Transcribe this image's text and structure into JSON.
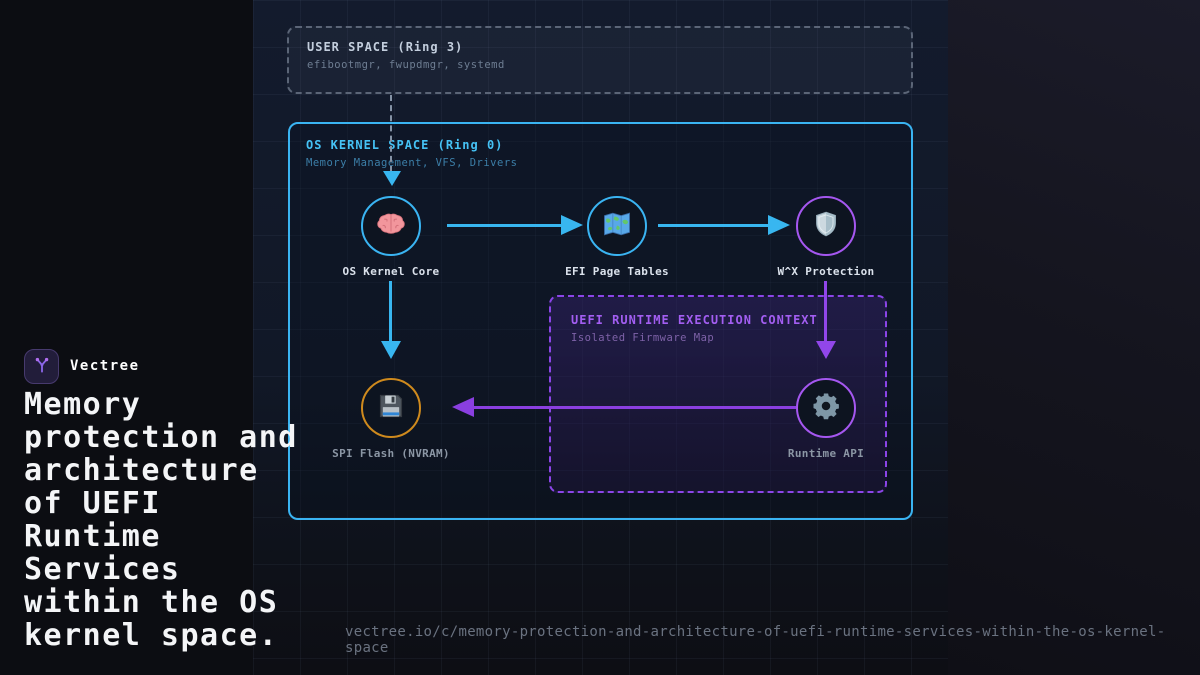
{
  "brand": {
    "name": "Vectree"
  },
  "headline": "Memory\nprotection and\narchitecture\nof UEFI\nRuntime\nServices\nwithin the OS\nkernel space.",
  "footer_url": "vectree.io/c/memory-protection-and-architecture-of-uefi-runtime-services-within-the-os-kernel-space",
  "diagram": {
    "user_space": {
      "title": "USER SPACE (Ring 3)",
      "subtitle": "efibootmgr, fwupdmgr, systemd"
    },
    "kernel_space": {
      "title": "OS KERNEL SPACE (Ring 0)",
      "subtitle": "Memory Management, VFS, Drivers"
    },
    "uefi_context": {
      "title": "UEFI RUNTIME EXECUTION CONTEXT",
      "subtitle": "Isolated Firmware Map"
    },
    "nodes": [
      {
        "id": "kernel-core",
        "label": "OS Kernel Core",
        "icon": "brain-icon",
        "border_color": "#3ab4f2"
      },
      {
        "id": "page-tables",
        "label": "EFI Page Tables",
        "icon": "map-icon",
        "border_color": "#3ab4f2"
      },
      {
        "id": "wx-protection",
        "label": "W^X Protection",
        "icon": "shield-icon",
        "border_color": "#a557f0"
      },
      {
        "id": "spi-flash",
        "label": "SPI Flash (NVRAM)",
        "icon": "floppy-disk-icon",
        "border_color": "#cf8a1d"
      },
      {
        "id": "runtime-api",
        "label": "Runtime API",
        "icon": "gear-icon",
        "border_color": "#a557f0"
      }
    ],
    "colors": {
      "cyan": "#38b6f0",
      "purple": "#9146ea",
      "amber": "#cf8a1d",
      "dashed_gray": "#5b6577"
    }
  }
}
